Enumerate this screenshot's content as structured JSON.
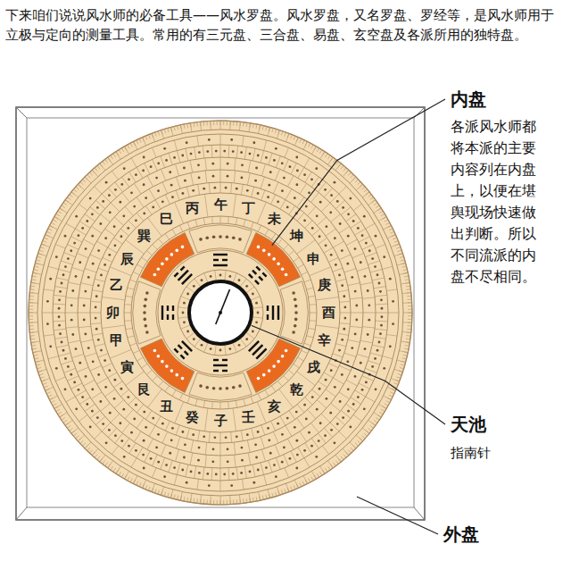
{
  "diagram": {
    "title": "下来咱们说说风水师的必备工具——风水罗盘。风水罗盘，又名罗盘、罗经等，是风水师用于立极与定向的测量工具。常用的有三元盘、三合盘、易盘、玄空盘及各派所用的独特盘。",
    "labels": [
      "内盘",
      "各派风水师都将本派的主要内容列在内盘上，以便在堪舆现场快速做出判断。所以不同流派的内盘不尽相同。",
      "天池",
      "指南针",
      "外盘",
      "午",
      "丁",
      "未",
      "坤",
      "申",
      "庚",
      "酉",
      "辛",
      "戌",
      "乾",
      "亥",
      "壬",
      "子",
      "癸",
      "丑",
      "艮",
      "寅",
      "甲",
      "卯",
      "乙",
      "辰",
      "巽",
      "巳",
      "丙"
    ]
  }
}
